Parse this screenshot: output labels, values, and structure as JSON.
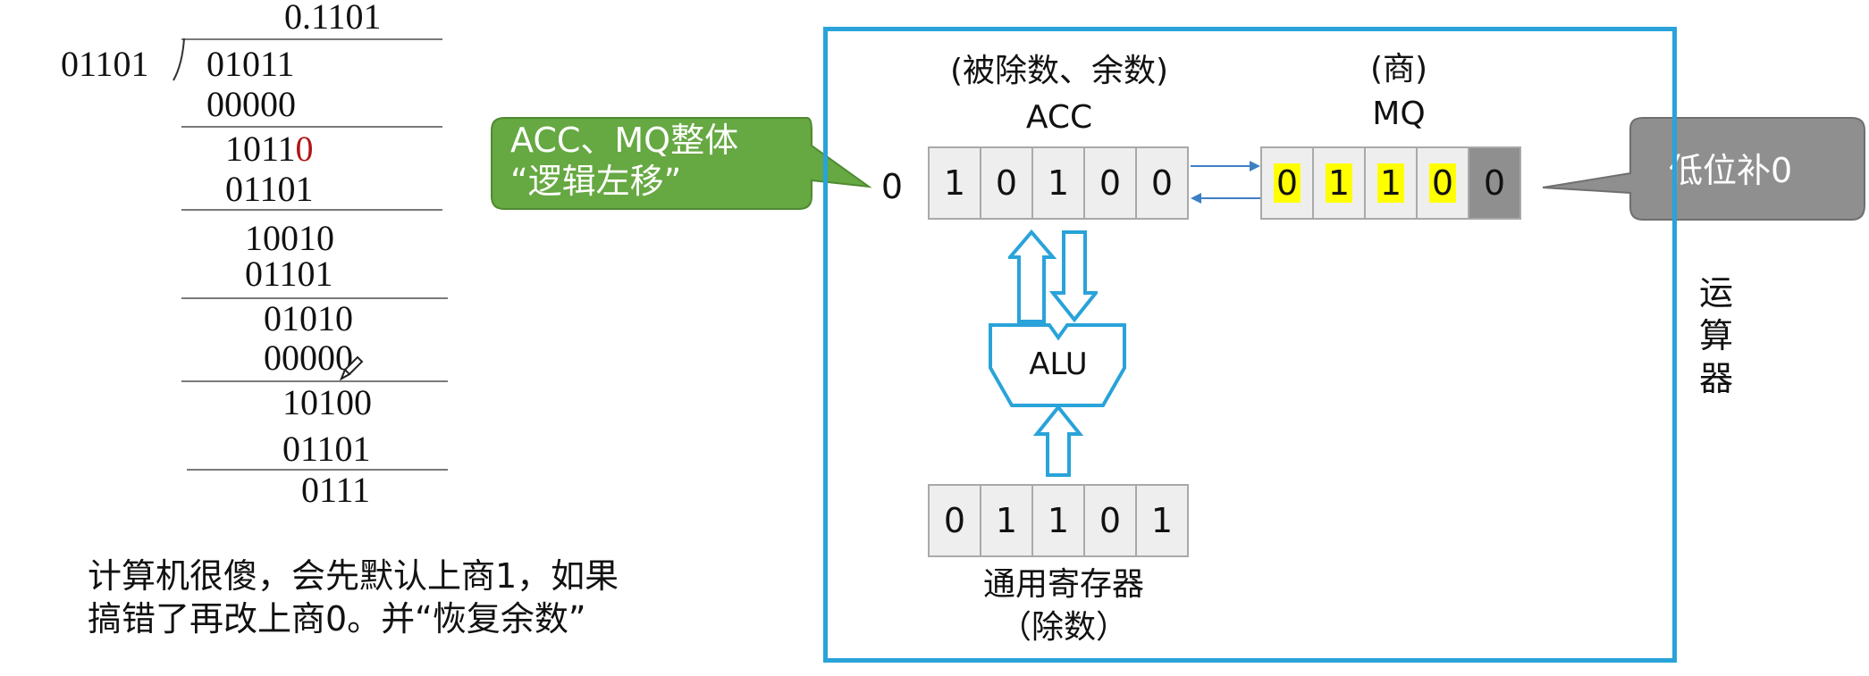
{
  "division": {
    "quotient": "0.1101",
    "divisor": "01101",
    "dividend": "01011",
    "steps": [
      "00000",
      "10110",
      "01101",
      "10010",
      "01101",
      "01010",
      "00000",
      "10100",
      "01101",
      "0111"
    ]
  },
  "note": {
    "line1": "计算机很傻，会先默认上商1，如果",
    "line2": "搞错了再改上商0。并“恢复余数”"
  },
  "colors": {
    "frame": "#29a3d9",
    "green_bubble": "#66a842",
    "gray_bubble": "#8f8f8f",
    "highlight": "#ffff00",
    "red_digit": "#b01515"
  },
  "acc": {
    "caption": "(被除数、余数)",
    "name": "ACC",
    "shift_out": "0",
    "cells": [
      "1",
      "0",
      "1",
      "0",
      "0"
    ]
  },
  "mq": {
    "caption": "(商)",
    "name": "MQ",
    "cells": [
      "0",
      "1",
      "1",
      "0",
      "0"
    ]
  },
  "alu": {
    "label": "ALU"
  },
  "general_register": {
    "name": "通用寄存器",
    "caption": "（除数）",
    "cells": [
      "0",
      "1",
      "1",
      "0",
      "1"
    ]
  },
  "callouts": {
    "shift_line1": "ACC、MQ整体",
    "shift_line2": "“逻辑左移”",
    "low_bit": "低位补0"
  },
  "unit_label": [
    "运",
    "算",
    "器"
  ]
}
